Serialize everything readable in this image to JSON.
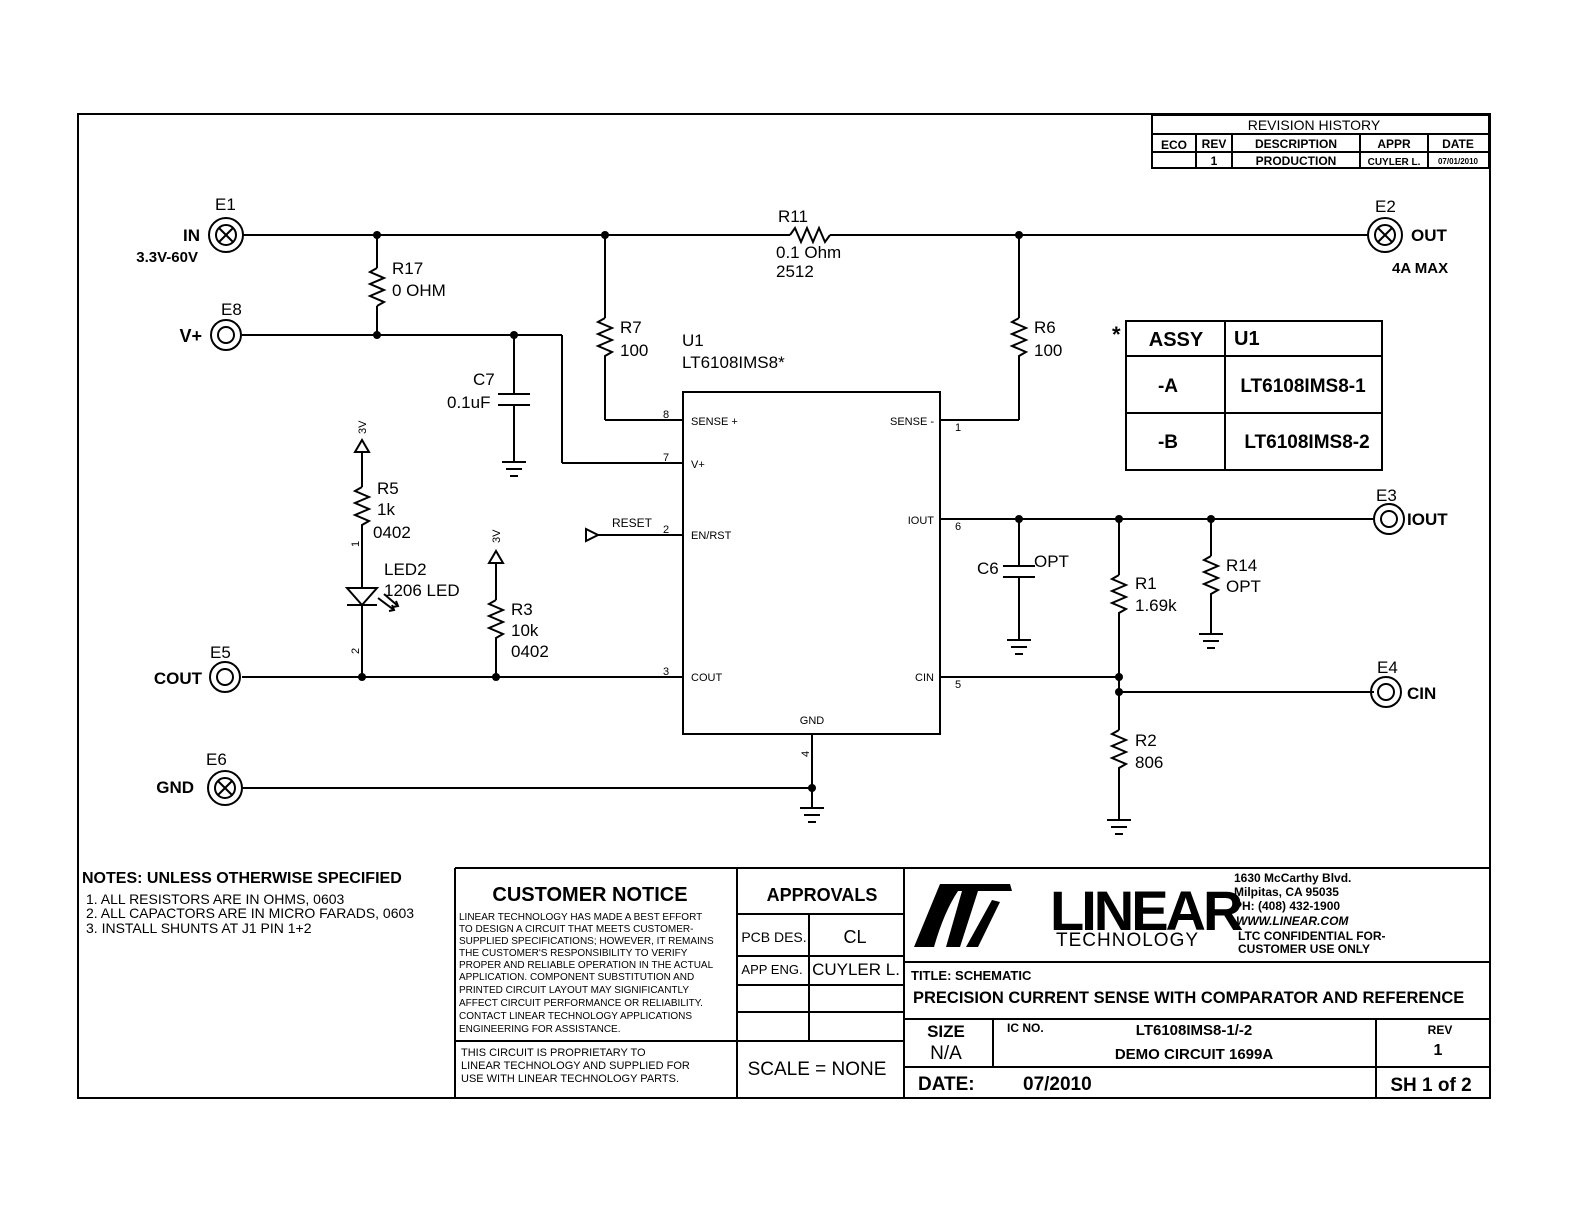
{
  "revision": {
    "title": "REVISION HISTORY",
    "headers": [
      "ECO",
      "REV",
      "DESCRIPTION",
      "APPR",
      "DATE"
    ],
    "row": [
      "",
      "1",
      "PRODUCTION",
      "CUYLER L.",
      "07/01/2010"
    ]
  },
  "terminals": {
    "e1": {
      "ref": "E1",
      "label": "IN",
      "sub": "3.3V-60V"
    },
    "e2": {
      "ref": "E2",
      "label": "OUT",
      "sub": "4A MAX"
    },
    "e3": {
      "ref": "E3",
      "label": "IOUT"
    },
    "e4": {
      "ref": "E4",
      "label": "CIN"
    },
    "e5": {
      "ref": "E5",
      "label": "COUT"
    },
    "e6": {
      "ref": "E6",
      "label": "GND"
    },
    "e8": {
      "ref": "E8",
      "label": "V+"
    }
  },
  "components": {
    "r11": {
      "ref": "R11",
      "value": "0.1 Ohm",
      "pkg": "2512"
    },
    "r17": {
      "ref": "R17",
      "value": "0 OHM"
    },
    "r7": {
      "ref": "R7",
      "value": "100"
    },
    "r6": {
      "ref": "R6",
      "value": "100"
    },
    "c7": {
      "ref": "C7",
      "value": "0.1uF"
    },
    "r5": {
      "ref": "R5",
      "value": "1k",
      "pkg": "0402",
      "supply": "3V"
    },
    "led2": {
      "ref": "LED2",
      "value": "1206 LED"
    },
    "r3": {
      "ref": "R3",
      "value": "10k",
      "pkg": "0402",
      "supply": "3V"
    },
    "c6": {
      "ref": "C6",
      "value": "OPT"
    },
    "r1": {
      "ref": "R1",
      "value": "1.69k"
    },
    "r14": {
      "ref": "R14",
      "value": "OPT"
    },
    "r2": {
      "ref": "R2",
      "value": "806"
    },
    "u1": {
      "ref": "U1",
      "value": "LT6108IMS8*"
    }
  },
  "ic_pins": [
    {
      "num": "8",
      "name": "SENSE +"
    },
    {
      "num": "7",
      "name": "V+"
    },
    {
      "num": "2",
      "name": "EN/RST"
    },
    {
      "num": "3",
      "name": "COUT"
    },
    {
      "num": "1",
      "name": "SENSE -"
    },
    {
      "num": "6",
      "name": "IOUT"
    },
    {
      "num": "5",
      "name": "CIN"
    },
    {
      "num": "4",
      "name": "GND"
    }
  ],
  "pin_marks": {
    "led_1": "1",
    "led_2": "2"
  },
  "reset_label": "RESET",
  "assy": {
    "star": "*",
    "headers": [
      "ASSY",
      "U1"
    ],
    "rows": [
      [
        "-A",
        "LT6108IMS8-1"
      ],
      [
        "-B",
        "LT6108IMS8-2"
      ]
    ]
  },
  "notes": {
    "title": "NOTES:  UNLESS OTHERWISE SPECIFIED",
    "items": [
      "1.  ALL RESISTORS ARE IN OHMS, 0603",
      "2.  ALL CAPACTORS ARE IN MICRO FARADS, 0603",
      "3.  INSTALL SHUNTS AT J1 PIN 1+2"
    ]
  },
  "customer_notice": {
    "title": "CUSTOMER NOTICE",
    "lines": [
      "LINEAR TECHNOLOGY HAS MADE A BEST EFFORT",
      "TO DESIGN A CIRCUIT THAT MEETS CUSTOMER-",
      "SUPPLIED SPECIFICATIONS; HOWEVER, IT REMAINS",
      "THE CUSTOMER'S RESPONSIBILITY TO VERIFY",
      "PROPER AND RELIABLE OPERATION IN THE ACTUAL",
      "APPLICATION. COMPONENT SUBSTITUTION AND",
      " PRINTED CIRCUIT LAYOUT MAY SIGNIFICANTLY",
      "AFFECT CIRCUIT PERFORMANCE OR RELIABILITY.",
      "CONTACT LINEAR TECHNOLOGY APPLICATIONS",
      "ENGINEERING FOR ASSISTANCE."
    ],
    "proprietary": [
      "THIS CIRCUIT IS PROPRIETARY TO",
      " LINEAR TECHNOLOGY AND SUPPLIED FOR",
      " USE WITH LINEAR TECHNOLOGY PARTS."
    ]
  },
  "approvals": {
    "title": "APPROVALS",
    "rows": [
      [
        "PCB DES.",
        "CL"
      ],
      [
        "APP ENG.",
        "CUYLER L."
      ]
    ],
    "scale": "SCALE = NONE"
  },
  "company": {
    "logo_text": "LINEAR",
    "logo_sub": "TECHNOLOGY",
    "address": [
      "1630 McCarthy Blvd.",
      "Milpitas, CA 95035",
      "PH: (408) 432-1900",
      "WWW.LINEAR.COM",
      "LTC CONFIDENTIAL FOR-",
      "CUSTOMER USE ONLY"
    ]
  },
  "title_block": {
    "title_label": "TITLE: SCHEMATIC",
    "title": "PRECISION CURRENT SENSE WITH COMPARATOR AND REFERENCE",
    "size_label": "SIZE",
    "size": "N/A",
    "ic_label": "IC NO.",
    "ic_no": "LT6108IMS8-1/-2",
    "demo": "DEMO CIRCUIT 1699A",
    "rev_label": "REV",
    "rev": "1",
    "date_label": "DATE:",
    "date": "07/2010",
    "sheet": "SH 1 of 2"
  }
}
